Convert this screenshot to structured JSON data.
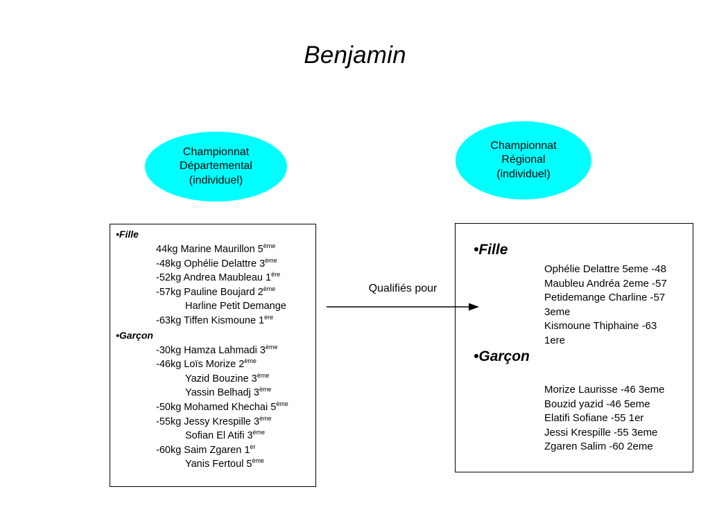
{
  "slide": {
    "title": "Benjamin",
    "arrow_label": "Qualifiés pour",
    "colors": {
      "ellipse_fill": "#00ffff",
      "text": "#000000",
      "background": "#ffffff",
      "border": "#000000"
    }
  },
  "left_node": {
    "ellipse": {
      "line1": "Championnat",
      "line2": "Départemental",
      "line3": "(individuel)"
    },
    "sections": [
      {
        "heading": "Fille",
        "lines": [
          {
            "text": "44kg Marine Maurillon 5",
            "sup": "ème",
            "indent": 1
          },
          {
            "text": "-48kg Ophélie Delattre 3",
            "sup": "ème",
            "indent": 1
          },
          {
            "text": "-52kg Andrea Maubleau 1",
            "sup": "ère",
            "indent": 1
          },
          {
            "text": "-57kg Pauline Boujard 2",
            "sup": "ème",
            "indent": 1
          },
          {
            "text": "Harline Petit Demange",
            "sup": "",
            "indent": 2
          },
          {
            "text": "-63kg Tiffen Kismoune 1",
            "sup": "ère",
            "indent": 1
          }
        ]
      },
      {
        "heading": "Garçon",
        "lines": [
          {
            "text": "-30kg Hamza Lahmadi 3",
            "sup": "ème",
            "indent": 1
          },
          {
            "text": "-46kg Loïs Morize 2",
            "sup": "ème",
            "indent": 1
          },
          {
            "text": "Yazid Bouzine 3",
            "sup": "ème",
            "indent": 2
          },
          {
            "text": "Yassin Belhadj 3",
            "sup": "ème",
            "indent": 2
          },
          {
            "text": "-50kg Mohamed Khechai 5",
            "sup": "ème",
            "indent": 1
          },
          {
            "text": "-55kg Jessy Krespille 3",
            "sup": "ème",
            "indent": 1
          },
          {
            "text": "Sofian El Atifi 3",
            "sup": "ème",
            "indent": 2
          },
          {
            "text": "-60kg Saim Zgaren 1",
            "sup": "er",
            "indent": 1
          },
          {
            "text": "Yanis Fertoul 5",
            "sup": "ème",
            "indent": 2
          }
        ]
      }
    ]
  },
  "right_node": {
    "ellipse": {
      "line1": "Championnat",
      "line2": "Régional",
      "line3": "(individuel)"
    },
    "sections": [
      {
        "heading": "Fille",
        "lines": [
          " Ophélie Delattre 5eme -48",
          "Maubleu Andréa 2eme -57",
          "Petidemange Charline -57",
          "3eme",
          "Kismoune Thiphaine -63",
          "1ere"
        ]
      },
      {
        "heading": "Garçon",
        "lines": [
          "Morize Laurisse -46 3eme",
          "Bouzid yazid -46 5eme",
          "Elatifi Sofiane -55 1er",
          "Jessi Krespille -55 3eme",
          "Zgaren Salim -60 2eme"
        ]
      }
    ]
  }
}
